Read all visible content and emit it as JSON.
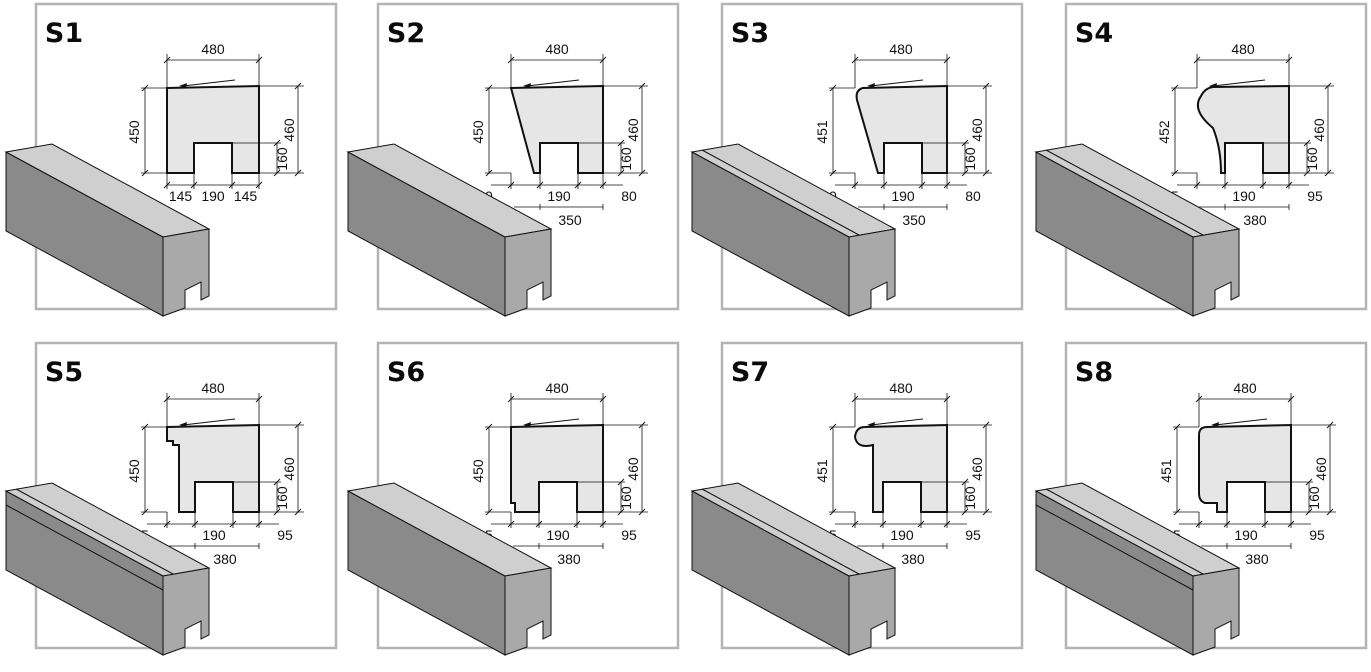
{
  "panels": [
    {
      "id": "S1",
      "label": "S1",
      "profile": "rect",
      "dims": {
        "top": "480",
        "left": "450",
        "right": "460",
        "notch": "160",
        "bottom": [
          "145",
          "190",
          "145"
        ],
        "total": ""
      }
    },
    {
      "id": "S2",
      "label": "S2",
      "profile": "slant",
      "dims": {
        "top": "480",
        "left": "450",
        "right": "460",
        "notch": "160",
        "bottom": [
          "80",
          "190",
          "80"
        ],
        "total": "350"
      }
    },
    {
      "id": "S3",
      "label": "S3",
      "profile": "slant-round",
      "dims": {
        "top": "480",
        "left": "451",
        "right": "460",
        "notch": "160",
        "bottom": [
          "80",
          "190",
          "80"
        ],
        "total": "350"
      }
    },
    {
      "id": "S4",
      "label": "S4",
      "profile": "curve",
      "dims": {
        "top": "480",
        "left": "452",
        "right": "460",
        "notch": "160",
        "bottom": [
          "95",
          "190",
          "95"
        ],
        "total": "380"
      }
    },
    {
      "id": "S5",
      "label": "S5",
      "profile": "step",
      "dims": {
        "top": "480",
        "left": "450",
        "right": "460",
        "notch": "160",
        "bottom": [
          "95",
          "190",
          "95"
        ],
        "total": "380"
      }
    },
    {
      "id": "S6",
      "label": "S6",
      "profile": "drip",
      "dims": {
        "top": "480",
        "left": "450",
        "right": "460",
        "notch": "160",
        "bottom": [
          "95",
          "190",
          "95"
        ],
        "total": "380"
      }
    },
    {
      "id": "S7",
      "label": "S7",
      "profile": "bullnose",
      "dims": {
        "top": "480",
        "left": "451",
        "right": "460",
        "notch": "160",
        "bottom": [
          "95",
          "190",
          "95"
        ],
        "total": "380"
      }
    },
    {
      "id": "S8",
      "label": "S8",
      "profile": "rounded",
      "dims": {
        "top": "480",
        "left": "451",
        "right": "460",
        "notch": "160",
        "bottom": [
          "95",
          "190",
          "95"
        ],
        "total": "380"
      }
    }
  ],
  "colors": {
    "frame": "#b4b4b4",
    "profile_fill": "#e6e6e6",
    "block_top": "#cfcfcf",
    "block_side": "#8a8a8a",
    "block_front": "#a9a9a9",
    "line": "#111111"
  }
}
